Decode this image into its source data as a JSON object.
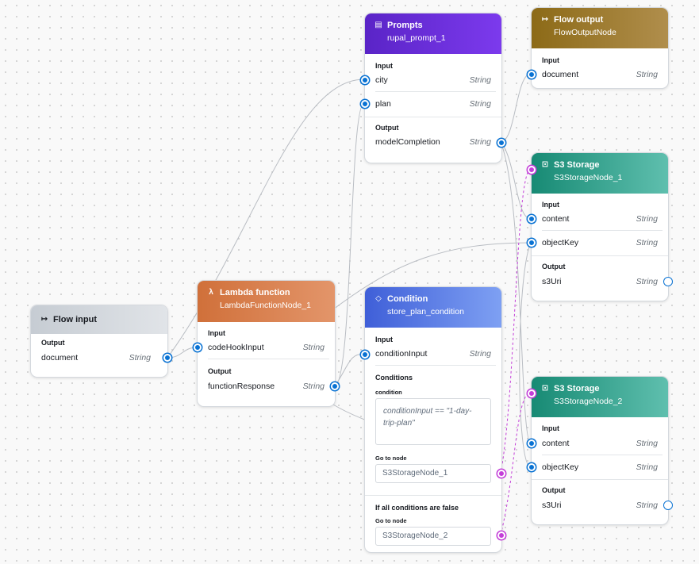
{
  "nodes": {
    "flow_input": {
      "title": "Flow input",
      "output_label": "Output",
      "outputs": [
        {
          "name": "document",
          "type": "String"
        }
      ]
    },
    "lambda": {
      "title": "Lambda function",
      "subtitle": "LambdaFunctionNode_1",
      "input_label": "Input",
      "inputs": [
        {
          "name": "codeHookInput",
          "type": "String"
        }
      ],
      "output_label": "Output",
      "outputs": [
        {
          "name": "functionResponse",
          "type": "String"
        }
      ]
    },
    "prompts": {
      "title": "Prompts",
      "subtitle": "rupal_prompt_1",
      "input_label": "Input",
      "inputs": [
        {
          "name": "city",
          "type": "String"
        },
        {
          "name": "plan",
          "type": "String"
        }
      ],
      "output_label": "Output",
      "outputs": [
        {
          "name": "modelCompletion",
          "type": "String"
        }
      ]
    },
    "condition": {
      "title": "Condition",
      "subtitle": "store_plan_condition",
      "input_label": "Input",
      "inputs": [
        {
          "name": "conditionInput",
          "type": "String"
        }
      ],
      "conditions_label": "Conditions",
      "condition_label": "condition",
      "condition_expression": "conditionInput == \"1-day-trip-plan\"",
      "goto_label": "Go to node",
      "goto_value": "S3StorageNode_1",
      "fallback_label": "If all conditions are false",
      "fallback_goto_label": "Go to node",
      "fallback_goto_value": "S3StorageNode_2"
    },
    "flow_output": {
      "title": "Flow output",
      "subtitle": "FlowOutputNode",
      "input_label": "Input",
      "inputs": [
        {
          "name": "document",
          "type": "String"
        }
      ]
    },
    "s3_1": {
      "title": "S3 Storage",
      "subtitle": "S3StorageNode_1",
      "input_label": "Input",
      "inputs": [
        {
          "name": "content",
          "type": "String"
        },
        {
          "name": "objectKey",
          "type": "String"
        }
      ],
      "output_label": "Output",
      "outputs": [
        {
          "name": "s3Uri",
          "type": "String"
        }
      ]
    },
    "s3_2": {
      "title": "S3 Storage",
      "subtitle": "S3StorageNode_2",
      "input_label": "Input",
      "inputs": [
        {
          "name": "content",
          "type": "String"
        },
        {
          "name": "objectKey",
          "type": "String"
        }
      ],
      "output_label": "Output",
      "outputs": [
        {
          "name": "s3Uri",
          "type": "String"
        }
      ]
    }
  },
  "icons": {
    "flow_input": "arrow-bar-icon",
    "lambda": "lambda-icon",
    "prompts": "document-icon",
    "condition": "diamond-icon",
    "flow_output": "arrow-bar-icon",
    "s3": "bucket-icon"
  },
  "colors": {
    "port_blue": "#0972d3",
    "port_purple": "#c33dd8",
    "wire_gray": "#b7bcc2",
    "lambda_header": "#d97c47",
    "prompts_header": "#6a2ae0",
    "condition_header": "#4b6fe0",
    "output_header": "#9c7a2a",
    "s3_header": "#23907f",
    "input_header": "#d1d5db"
  }
}
